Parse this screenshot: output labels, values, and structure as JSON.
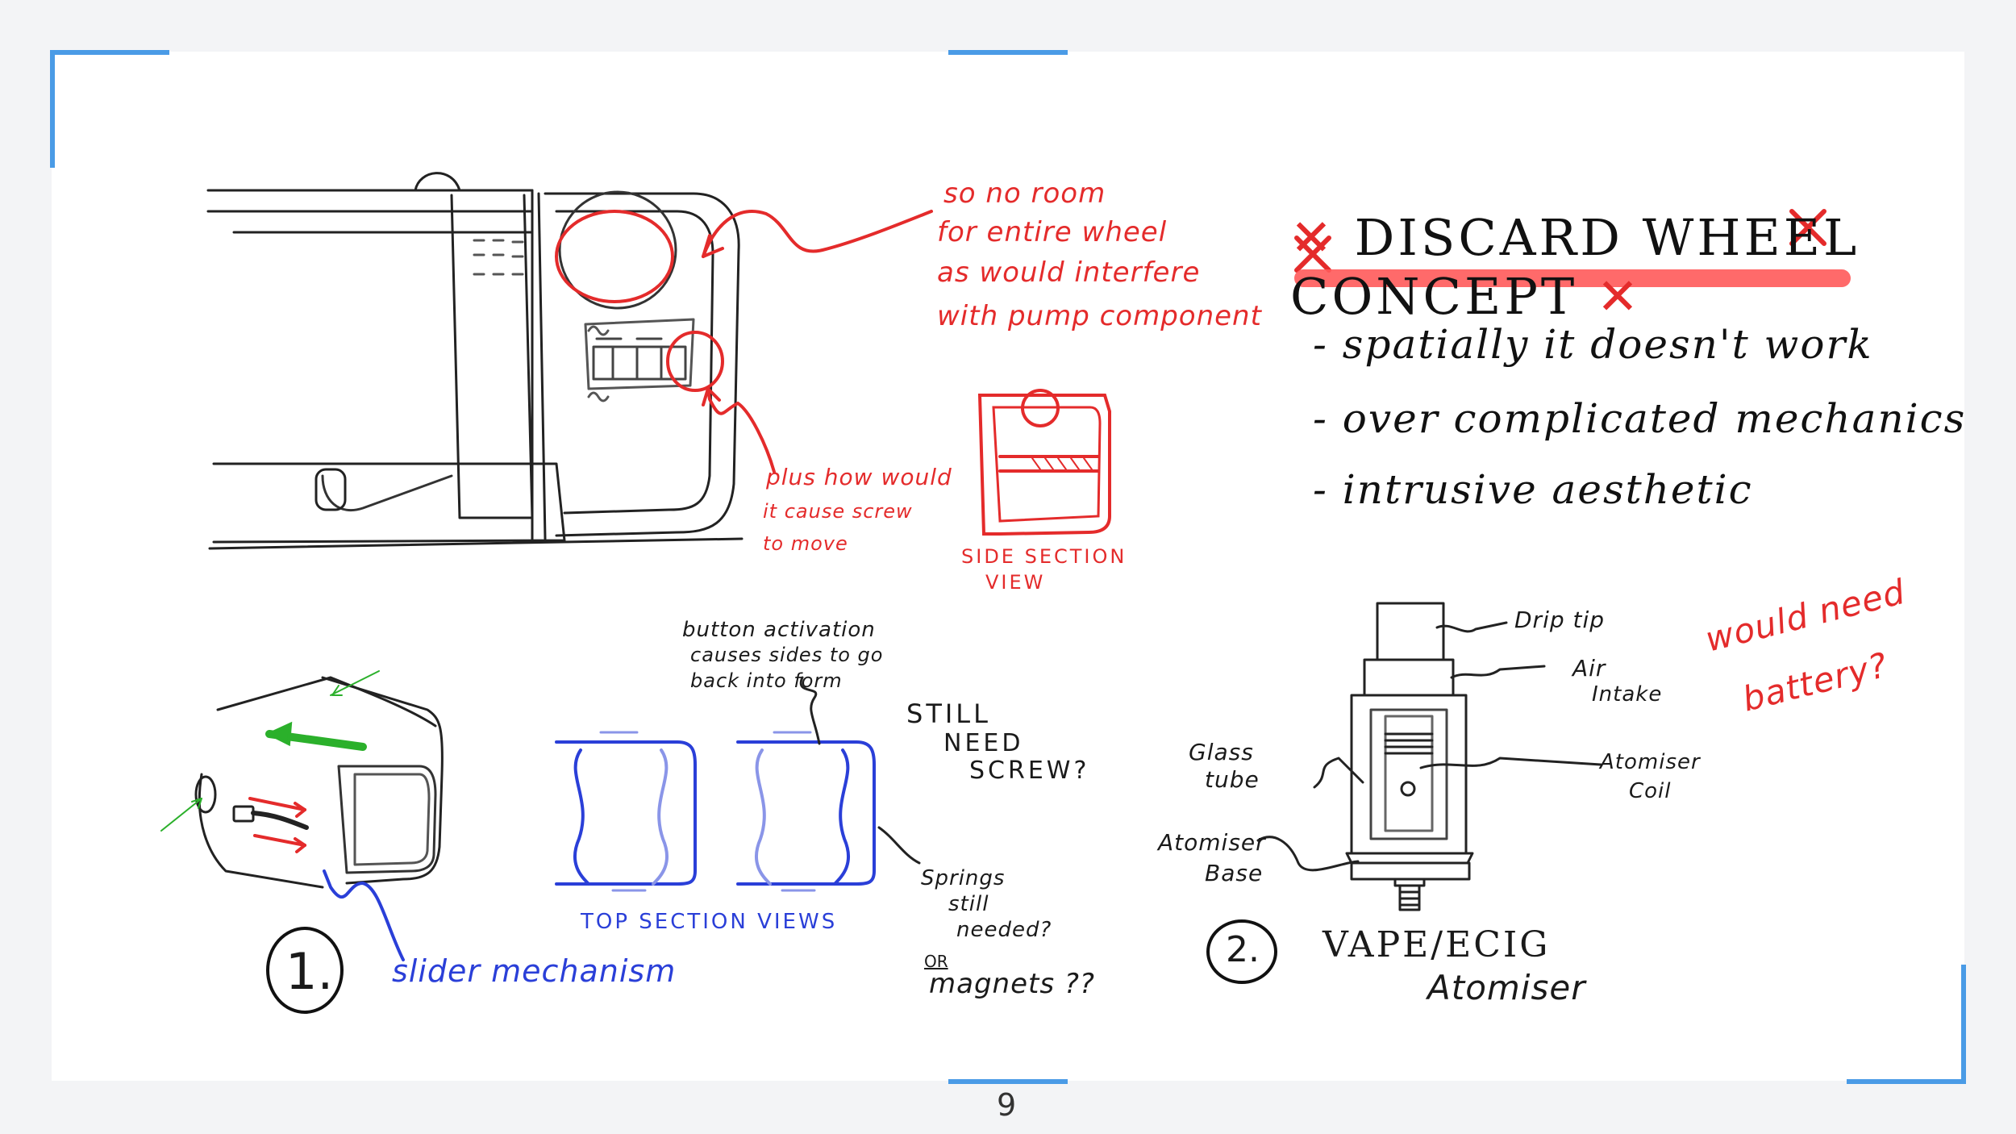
{
  "annotations": {
    "no_room": [
      "so  no  room",
      "for entire wheel",
      "as  would interfere",
      "with  pump component"
    ],
    "plus_how": [
      "plus how would",
      "it  cause  screw",
      "to  move"
    ],
    "side_section": [
      "SIDE  SECTION",
      "VIEW"
    ],
    "button_activation": [
      "button activation",
      "causes sides to go",
      "back into form"
    ],
    "still_need": [
      "STILL",
      "NEED",
      "SCREW?"
    ],
    "top_section": "TOP  SECTION  VIEWS",
    "springs": [
      "Springs",
      "still",
      "needed?",
      "OR",
      "magnets ??"
    ],
    "slider": "slider  mechanism",
    "concept_one": "1.",
    "drip_tip": "Drip tip",
    "air_intake": [
      "Air",
      "Intake"
    ],
    "glass_tube": [
      "Glass",
      "tube"
    ],
    "atomiser_coil": [
      "Atomiser",
      "Coil"
    ],
    "atomiser_base": [
      "Atomiser",
      "Base"
    ],
    "would_need": [
      "would  need",
      "battery?"
    ],
    "concept_two": "2.",
    "vape_title": [
      "VAPE/ECIG",
      "Atomiser"
    ]
  },
  "discard": {
    "title": "DISCARD WHEEL CONCEPT",
    "bullets": [
      "- spatially  it  doesn't  work",
      "- over  complicated  mechanics",
      "- intrusive  aesthetic"
    ]
  },
  "footer": {
    "page_number": "9"
  },
  "colors": {
    "accent": "#4a9be6",
    "red": "#e42b2b",
    "blue": "#2a3fd8",
    "green": "#2bb02b"
  }
}
